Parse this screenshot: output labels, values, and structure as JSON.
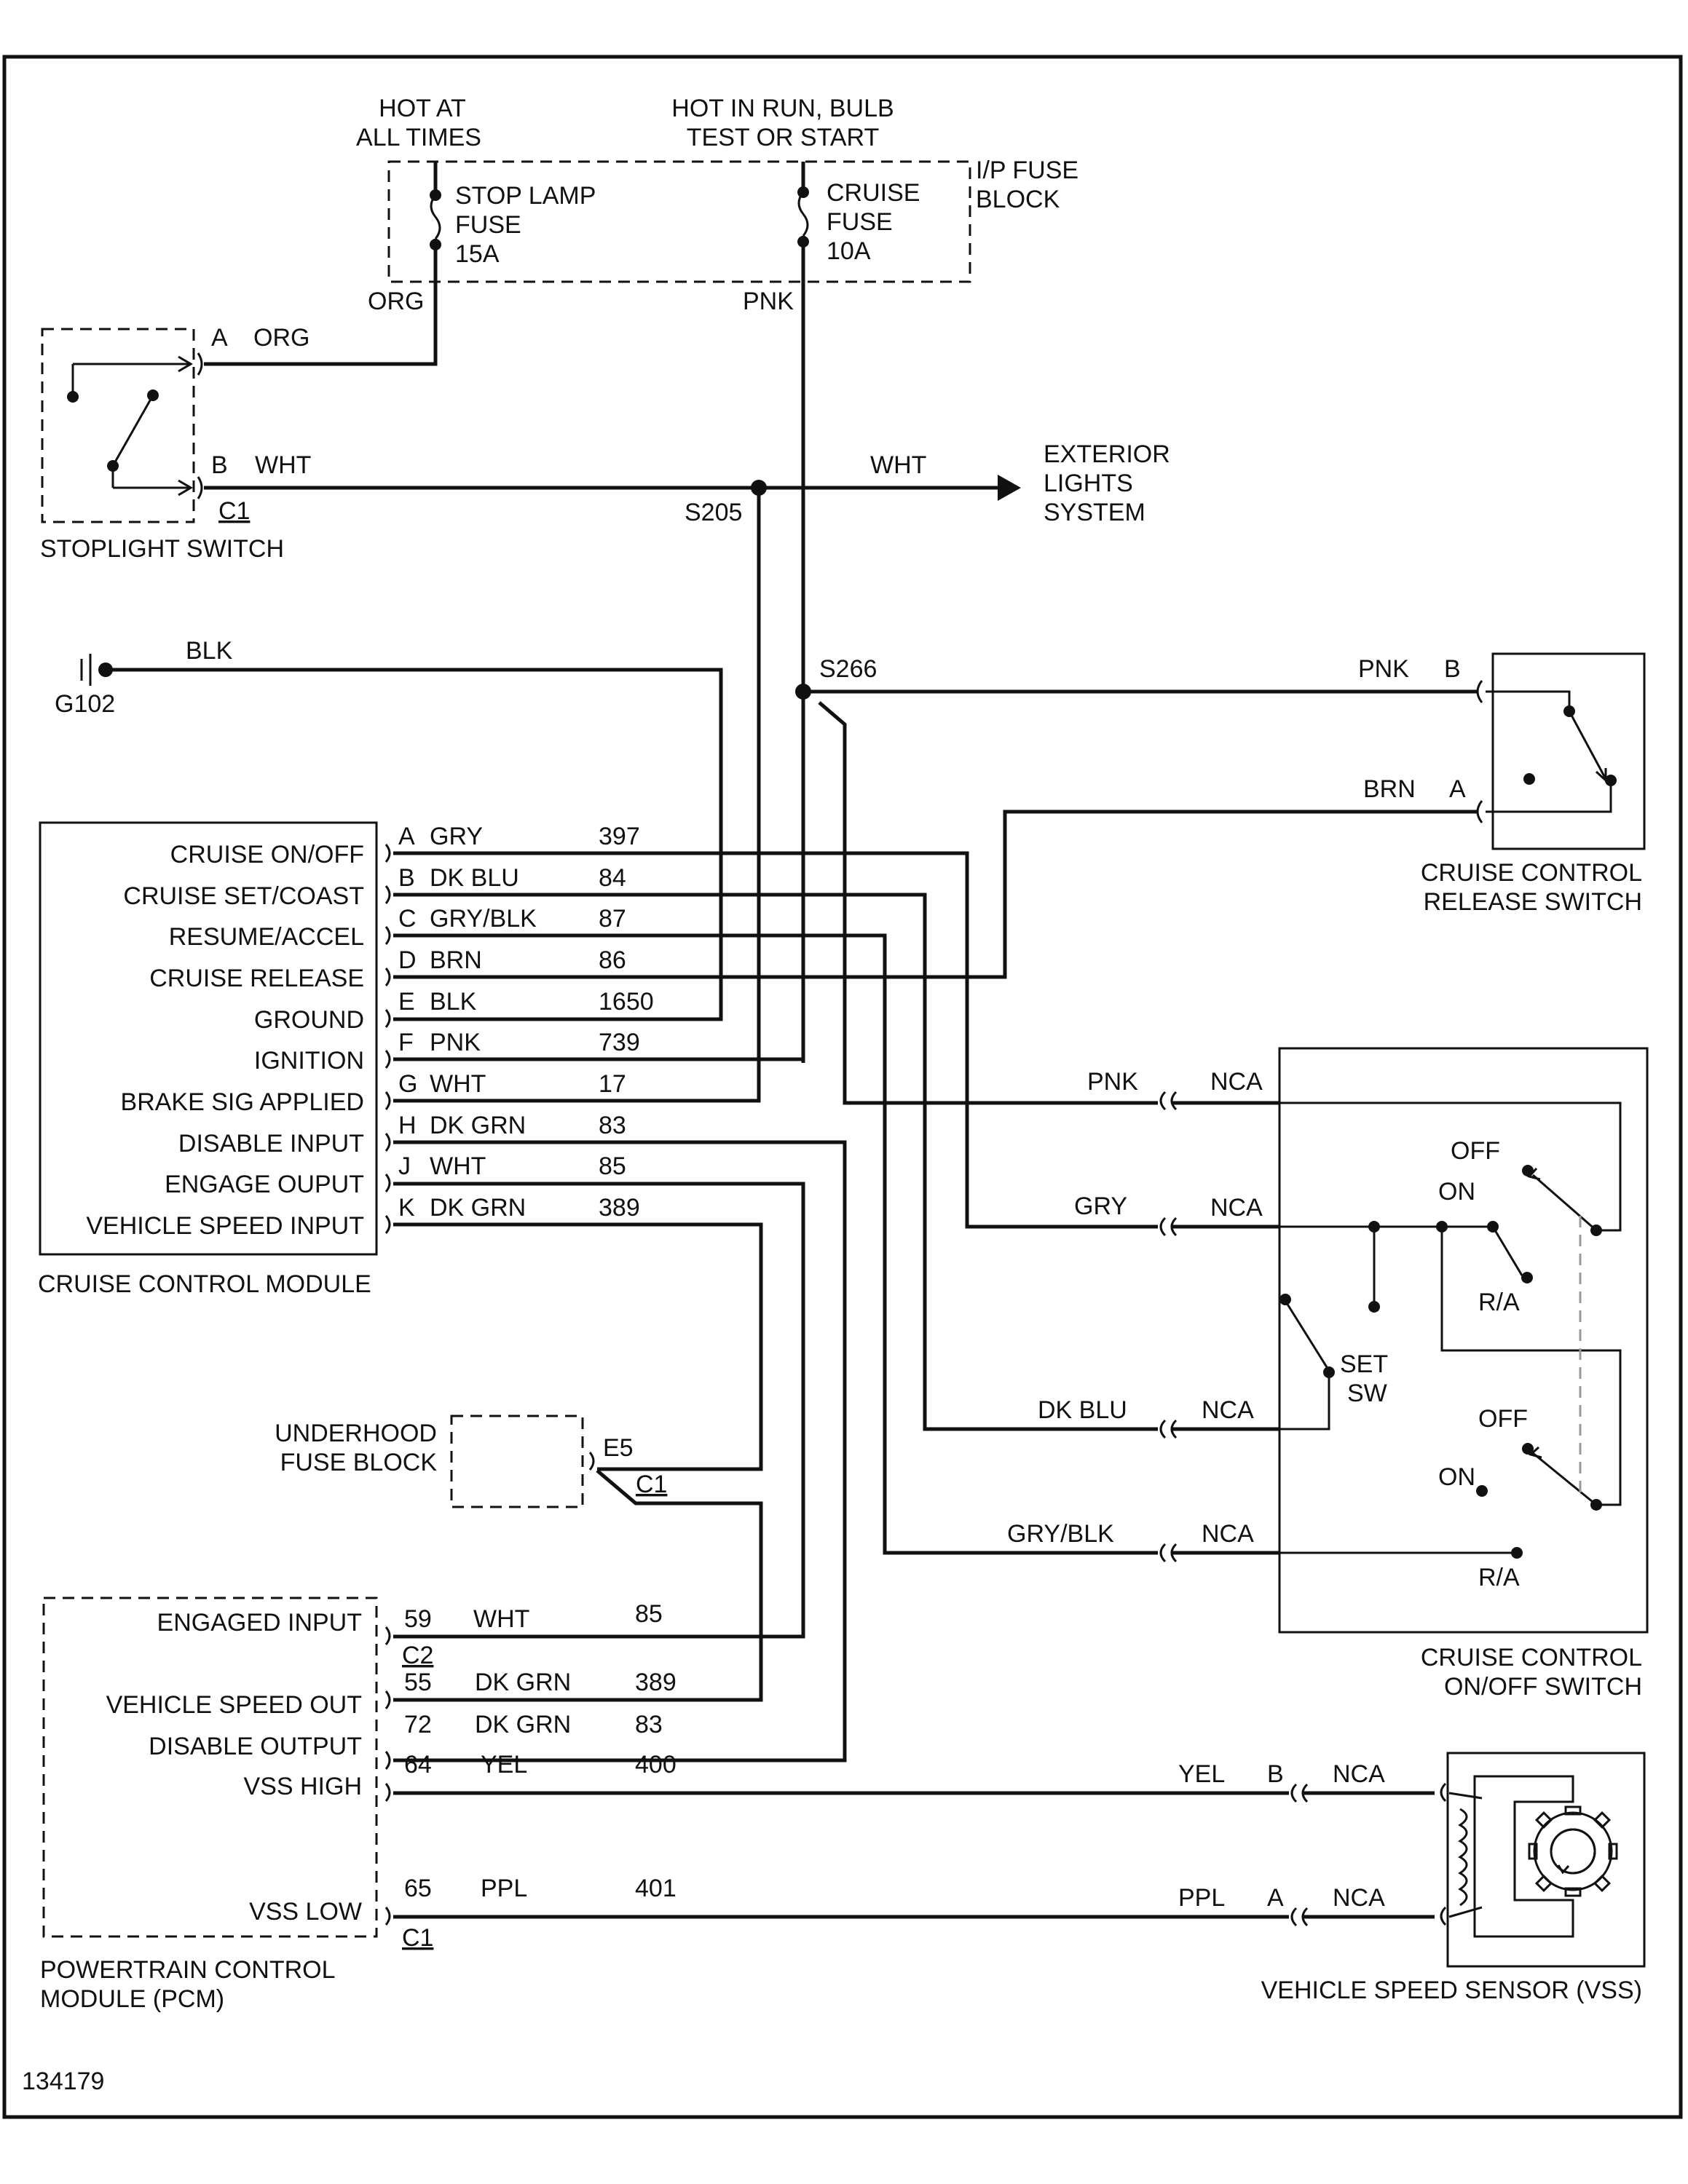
{
  "power": {
    "hot_at_all_times": [
      "HOT AT",
      "ALL TIMES"
    ],
    "hot_in_run": [
      "HOT IN RUN, BULB",
      "TEST OR START"
    ],
    "fuse_block": [
      "I/P FUSE",
      "BLOCK"
    ],
    "stop_lamp_fuse": [
      "STOP LAMP",
      "FUSE",
      "15A"
    ],
    "cruise_fuse": [
      "CRUISE",
      "FUSE",
      "10A"
    ],
    "wire_org": "ORG",
    "wire_pnk": "PNK"
  },
  "stoplight_switch": {
    "title": "STOPLIGHT SWITCH",
    "pin_a": "A",
    "pin_a_wire": "ORG",
    "pin_b": "B",
    "pin_b_wire": "WHT",
    "connector": "C1"
  },
  "splices": {
    "s205": "S205",
    "s266": "S266",
    "exterior_wire": "WHT",
    "exterior": [
      "EXTERIOR",
      "LIGHTS",
      "SYSTEM"
    ]
  },
  "ground": {
    "label": "G102",
    "wire": "BLK"
  },
  "release_switch": {
    "title": [
      "CRUISE CONTROL",
      "RELEASE SWITCH"
    ],
    "pin_b_wire": "PNK",
    "pin_b": "B",
    "pin_a_wire": "BRN",
    "pin_a": "A"
  },
  "ccm": {
    "title": "CRUISE CONTROL MODULE",
    "pins": [
      {
        "name": "CRUISE ON/OFF",
        "pin": "A",
        "color": "GRY",
        "circuit": "397"
      },
      {
        "name": "CRUISE SET/COAST",
        "pin": "B",
        "color": "DK BLU",
        "circuit": "84"
      },
      {
        "name": "RESUME/ACCEL",
        "pin": "C",
        "color": "GRY/BLK",
        "circuit": "87"
      },
      {
        "name": "CRUISE RELEASE",
        "pin": "D",
        "color": "BRN",
        "circuit": "86"
      },
      {
        "name": "GROUND",
        "pin": "E",
        "color": "BLK",
        "circuit": "1650"
      },
      {
        "name": "IGNITION",
        "pin": "F",
        "color": "PNK",
        "circuit": "739"
      },
      {
        "name": "BRAKE SIG APPLIED",
        "pin": "G",
        "color": "WHT",
        "circuit": "17"
      },
      {
        "name": "DISABLE INPUT",
        "pin": "H",
        "color": "DK GRN",
        "circuit": "83"
      },
      {
        "name": "ENGAGE OUPUT",
        "pin": "J",
        "color": "WHT",
        "circuit": "85"
      },
      {
        "name": "VEHICLE SPEED INPUT",
        "pin": "K",
        "color": "DK GRN",
        "circuit": "389"
      }
    ]
  },
  "onoff_switch": {
    "title": [
      "CRUISE CONTROL",
      "ON/OFF SWITCH"
    ],
    "wires": [
      {
        "color": "PNK",
        "nca": "NCA"
      },
      {
        "color": "GRY",
        "nca": "NCA"
      },
      {
        "color": "DK BLU",
        "nca": "NCA"
      },
      {
        "color": "GRY/BLK",
        "nca": "NCA"
      }
    ],
    "off_top": "OFF",
    "on_top": "ON",
    "ra_top": "R/A",
    "set_sw": [
      "SET",
      "SW"
    ],
    "off_bottom": "OFF",
    "on_bottom": "ON",
    "ra_bottom": "R/A"
  },
  "underhood": {
    "title": [
      "UNDERHOOD",
      "FUSE BLOCK"
    ],
    "pin": "E5",
    "connector": "C1"
  },
  "pcm": {
    "title": [
      "POWERTRAIN CONTROL",
      "MODULE (PCM)"
    ],
    "pins": [
      {
        "name": "ENGAGED INPUT",
        "pin": "59",
        "color": "WHT",
        "circuit": "85"
      },
      {
        "name": "VEHICLE SPEED OUT",
        "pin": "55",
        "color": "DK GRN",
        "circuit": "389"
      },
      {
        "name": "DISABLE OUTPUT",
        "pin": "72",
        "color": "DK GRN",
        "circuit": "83"
      },
      {
        "name": "VSS HIGH",
        "pin": "64",
        "color": "YEL",
        "circuit": "400"
      },
      {
        "name": "VSS LOW",
        "pin": "65",
        "color": "PPL",
        "circuit": "401"
      }
    ],
    "connector_c2": "C2",
    "connector_c1": "C1"
  },
  "vss": {
    "title": "VEHICLE SPEED SENSOR (VSS)",
    "high_wire": "YEL",
    "high_pin": "B",
    "high_nca": "NCA",
    "low_wire": "PPL",
    "low_pin": "A",
    "low_nca": "NCA"
  },
  "figure_id": "134179"
}
